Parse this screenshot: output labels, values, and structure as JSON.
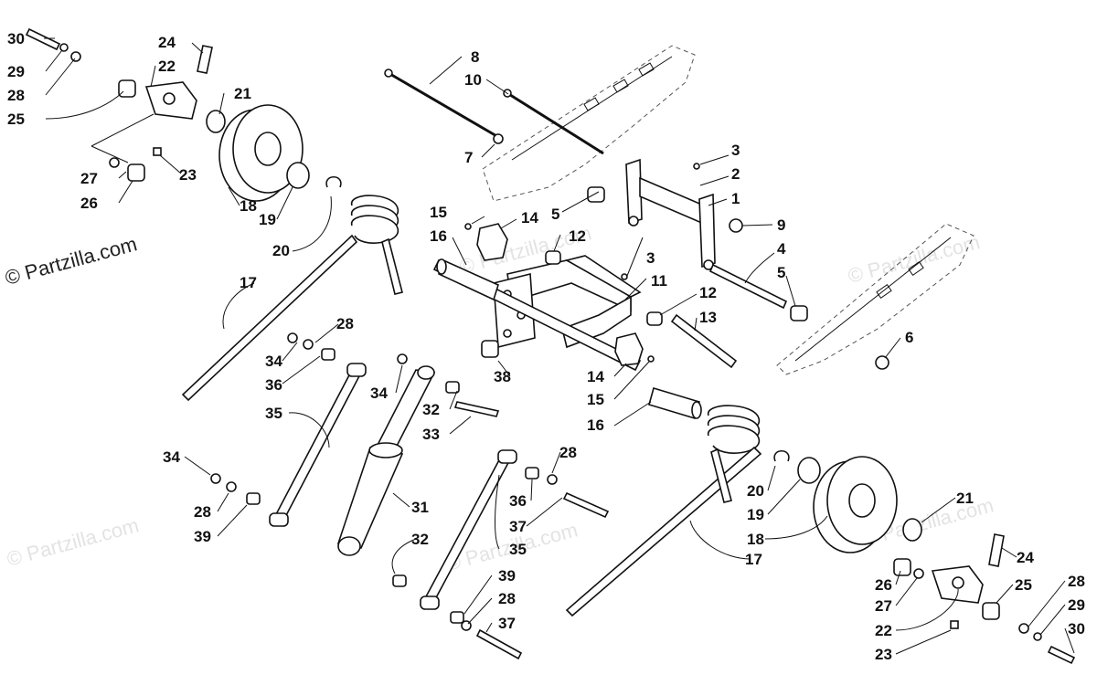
{
  "copyright": "© Partzilla.com",
  "watermark": "© Partzilla.com",
  "labels": {
    "l1": "1",
    "l2": "2",
    "l3a": "3",
    "l3b": "3",
    "l4": "4",
    "l5a": "5",
    "l5b": "5",
    "l6": "6",
    "l7": "7",
    "l8": "8",
    "l9": "9",
    "l10": "10",
    "l11": "11",
    "l12a": "12",
    "l12b": "12",
    "l13": "13",
    "l14a": "14",
    "l14b": "14",
    "l15a": "15",
    "l15b": "15",
    "l16a": "16",
    "l16b": "16",
    "l17a": "17",
    "l17b": "17",
    "l18a": "18",
    "l18b": "18",
    "l19a": "19",
    "l19b": "19",
    "l20a": "20",
    "l20b": "20",
    "l21a": "21",
    "l21b": "21",
    "l22a": "22",
    "l22b": "22",
    "l23a": "23",
    "l23b": "23",
    "l24a": "24",
    "l24b": "24",
    "l25a": "25",
    "l25b": "25",
    "l26a": "26",
    "l26b": "26",
    "l27a": "27",
    "l27b": "27",
    "l28a": "28",
    "l28b": "28",
    "l28c": "28",
    "l28d": "28",
    "l28e": "28",
    "l29a": "29",
    "l29b": "29",
    "l30a": "30",
    "l30b": "30",
    "l31": "31",
    "l32a": "32",
    "l32b": "32",
    "l33": "33",
    "l34a": "34",
    "l34b": "34",
    "l34c": "34",
    "l35a": "35",
    "l35b": "35",
    "l36a": "36",
    "l36b": "36",
    "l37a": "37",
    "l37b": "37",
    "l38": "38",
    "l39a": "39",
    "l39b": "39"
  }
}
